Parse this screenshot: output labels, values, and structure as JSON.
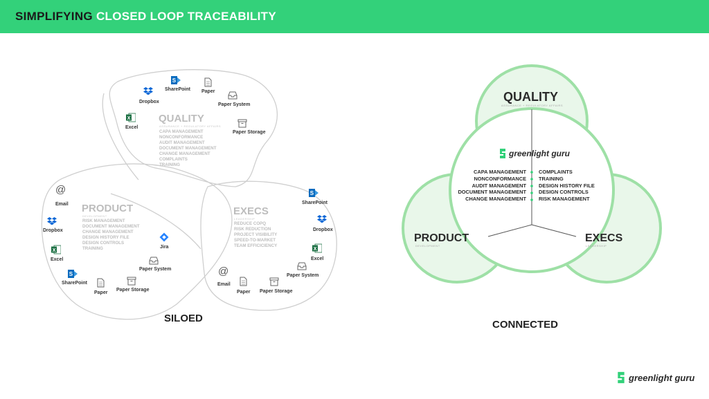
{
  "header": {
    "title_part1": "SIMPLIFYING ",
    "title_part2": "CLOSED LOOP TRACEABILITY"
  },
  "siloed": {
    "caption": "SILOED",
    "quality": {
      "title": "QUALITY",
      "subtitle": "ASSURANCE + REGULATORY AFFAIRS",
      "items": [
        "CAPA MANAGEMENT",
        "NONCONFORMANCE",
        "AUDIT MANAGEMENT",
        "DOCUMENT MANAGEMENT",
        "CHANGE MANAGEMENT",
        "COMPLAINTS",
        "TRAINING"
      ]
    },
    "product": {
      "title": "PRODUCT",
      "subtitle": "DEVELOPMENT",
      "items": [
        "RISK MANAGEMENT",
        "DOCUMENT MANAGEMENT",
        "CHANGE MANAGEMENT",
        "DESIGN HISTORY FILE",
        "DESIGN CONTROLS",
        "TRAINING"
      ]
    },
    "execs": {
      "title": "EXECS",
      "subtitle": "LEADERSHIP",
      "items": [
        "REDUCE COPQ",
        "RISK REDUCTION",
        "PROJECT VISIBILITY",
        "SPEED-TO-MARKET",
        "TEAM EFFICICIENCY"
      ]
    },
    "tools": {
      "sharepoint": "SharePoint",
      "paper": "Paper",
      "dropbox": "Dropbox",
      "paper_system": "Paper System",
      "excel": "Excel",
      "paper_storage": "Paper Storage",
      "email": "Email",
      "jira": "Jira"
    }
  },
  "connected": {
    "caption": "CONNECTED",
    "quality": {
      "title": "QUALITY",
      "subtitle": "ASSURANCE + REGULATORY AFFAIRS"
    },
    "product": {
      "title": "PRODUCT",
      "subtitle": "DEVELOPMENT"
    },
    "execs": {
      "title": "EXECS",
      "subtitle": "LEADERSHIP"
    },
    "logo": "greenlight guru",
    "left_items": [
      "CAPA MANAGEMENT",
      "NONCONFORMANCE",
      "AUDIT MANAGEMENT",
      "DOCUMENT MANAGEMENT",
      "CHANGE MANAGEMENT"
    ],
    "right_items": [
      "COMPLAINTS",
      "TRAINING",
      "DESIGN HISTORY FILE",
      "DESIGN CONTROLS",
      "RISK MANAGEMENT"
    ]
  },
  "footer_logo": "greenlight guru",
  "colors": {
    "brand_green": "#33d17a",
    "circle_stroke": "#9ee0a6",
    "circle_fill": "#e9f7ea"
  }
}
